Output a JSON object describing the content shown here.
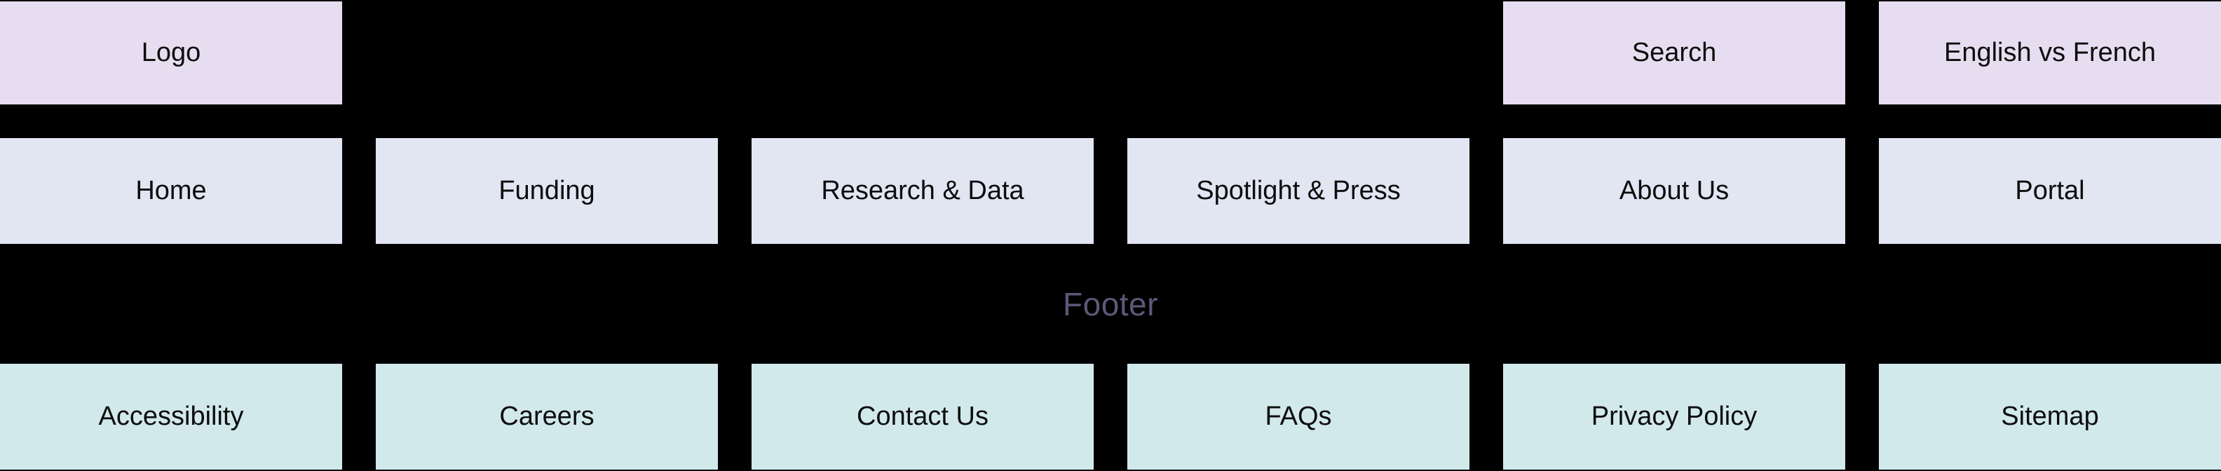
{
  "page": {
    "background_color": "#000000",
    "footer_label": "Footer",
    "footer_label_color": "#5C5878"
  },
  "header_row": {
    "color": "#E6DEF0",
    "items": [
      {
        "label": "Logo",
        "column": 1
      },
      {
        "label": "Search",
        "column": 5
      },
      {
        "label": "English vs French",
        "column": 6
      }
    ]
  },
  "nav_row": {
    "color": "#E2E5F2",
    "items": [
      {
        "label": "Home"
      },
      {
        "label": "Funding"
      },
      {
        "label": "Research & Data"
      },
      {
        "label": "Spotlight & Press"
      },
      {
        "label": "About Us"
      },
      {
        "label": "Portal"
      }
    ]
  },
  "footer_links_row": {
    "color": "#D2E9EC",
    "items": [
      {
        "label": "Accessibility"
      },
      {
        "label": "Careers"
      },
      {
        "label": "Contact Us"
      },
      {
        "label": "FAQs"
      },
      {
        "label": "Privacy Policy"
      },
      {
        "label": "Sitemap"
      }
    ]
  }
}
